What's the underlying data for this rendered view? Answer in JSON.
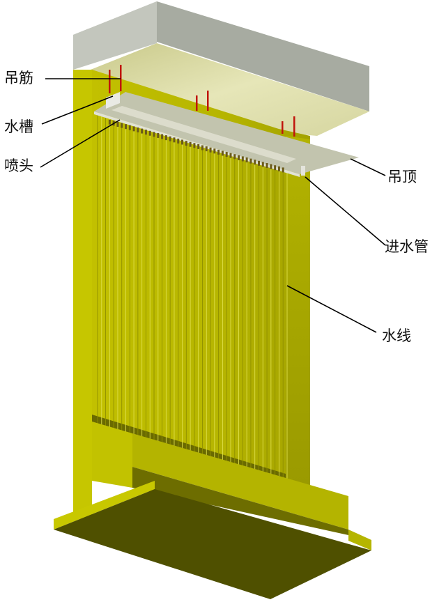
{
  "diagram": {
    "subject": "Water curtain structure (3D render)",
    "labels": {
      "hanger_bar": "吊筋",
      "water_trough": "水槽",
      "nozzle": "喷头",
      "suspended_ceiling": "吊顶",
      "inlet_pipe": "进水管",
      "water_line": "水线"
    },
    "colors": {
      "wall_front": "#c4c400",
      "wall_side": "#a3a300",
      "wall_shadow": "#6a6a00",
      "base_bottom": "#4f5000",
      "beam_top": "#c9ccc4",
      "beam_front": "#a9ada3",
      "beam_underside": "#d7d7a0",
      "ceiling_plate": "#c2c4ae",
      "hanger_red": "#c0150c",
      "leader_line": "#000000"
    },
    "water_line_count": 48
  }
}
